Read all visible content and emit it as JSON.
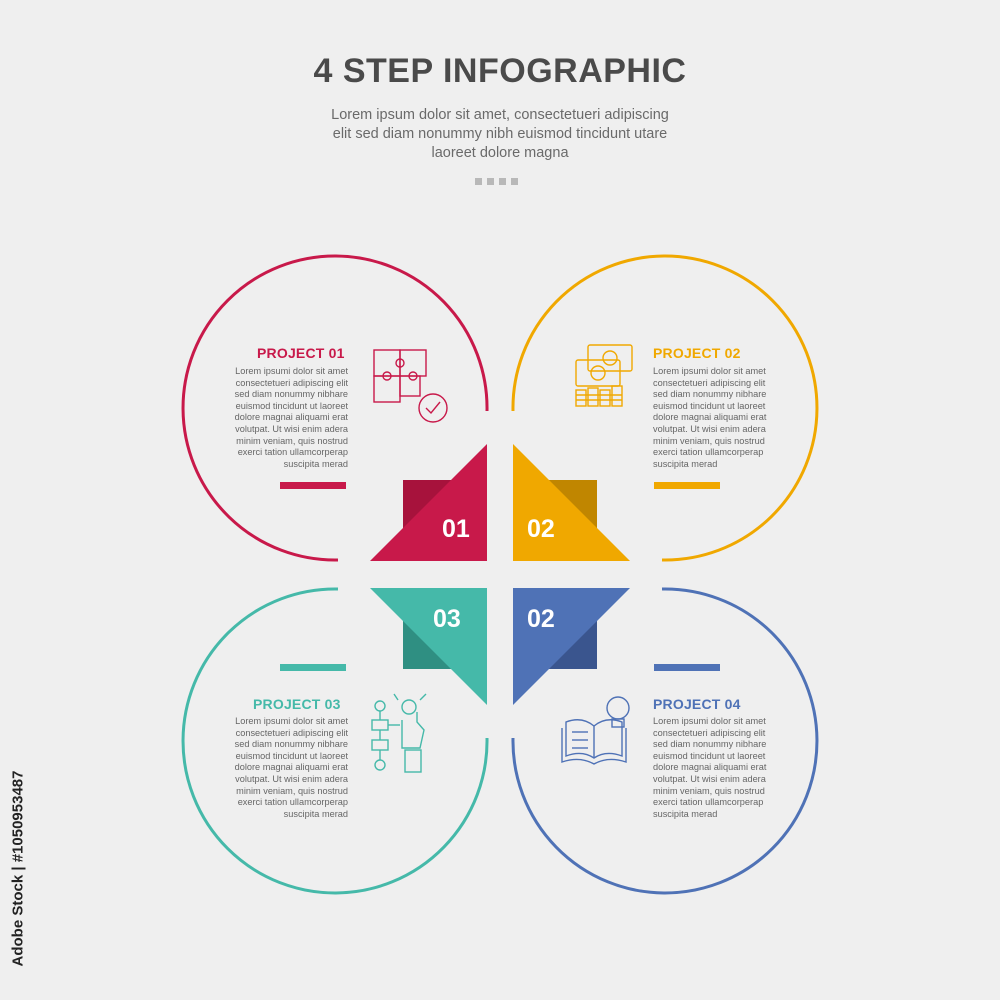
{
  "header": {
    "title": "4 STEP INFOGRAPHIC",
    "subtitle_lines": [
      "Lorem ipsum dolor sit amet, consectetueri adipiscing",
      "elit sed diam nonummy nibh euismod tincidunt utare",
      "laoreet dolore magna"
    ]
  },
  "colors": {
    "project1": "#c8194a",
    "project2": "#f0a800",
    "project3": "#45b9a9",
    "project4": "#4f72b6"
  },
  "projects": [
    {
      "title": "PROJECT 01",
      "number": "01",
      "icon": "puzzle-check-icon",
      "body_lines": [
        "Lorem ipsumi dolor sit amet",
        "consectetueri adipiscing elit",
        "sed diam nonummy nibhare",
        "euismod tincidunt ut laoreet",
        "dolore magnai aliquami erat",
        "volutpat. Ut wisi enim adera",
        "minim veniam, quis nostrud",
        "exerci tation ullamcorperap",
        "suscipita merad"
      ]
    },
    {
      "title": "PROJECT 02",
      "number": "02",
      "icon": "money-coins-icon",
      "body_lines": [
        "Lorem ipsumi dolor sit amet",
        "consectetueri adipiscing elit",
        "sed diam nonummy nibhare",
        "euismod tincidunt ut laoreet",
        "dolore magnai aliquami erat",
        "volutpat. Ut wisi enim adera",
        "minim veniam, quis nostrud",
        "exerci tation ullamcorperap",
        "suscipita merad"
      ]
    },
    {
      "title": "PROJECT 03",
      "number": "03",
      "icon": "robot-hand-flowchart-icon",
      "body_lines": [
        "Lorem ipsumi dolor sit amet",
        "consectetueri adipiscing elit",
        "sed diam nonummy nibhare",
        "euismod tincidunt ut laoreet",
        "dolore magnai aliquami erat",
        "volutpat. Ut wisi enim adera",
        "minim veniam, quis nostrud",
        "exerci tation ullamcorperap",
        "suscipita merad"
      ]
    },
    {
      "title": "PROJECT 04",
      "number": "02",
      "icon": "book-lightbulb-icon",
      "body_lines": [
        "Lorem ipsumi dolor sit amet",
        "consectetueri adipiscing elit",
        "sed diam nonummy nibhare",
        "euismod tincidunt ut laoreet",
        "dolore magnai aliquami erat",
        "volutpat. Ut wisi enim adera",
        "minim veniam, quis nostrud",
        "exerci tation ullamcorperap",
        "suscipita merad"
      ]
    }
  ],
  "stock_id": "Adobe Stock | #1050953487"
}
